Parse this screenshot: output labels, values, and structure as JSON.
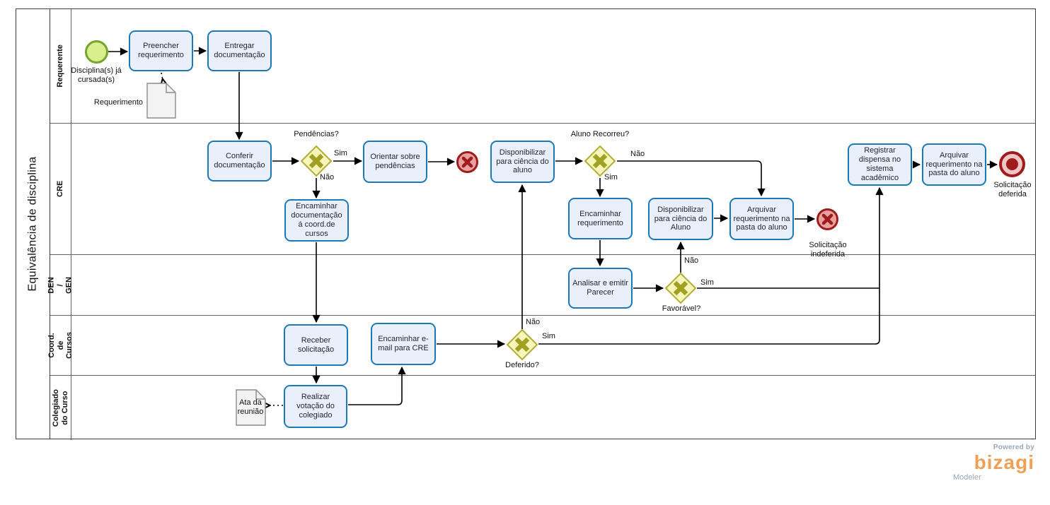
{
  "pool": {
    "title": "Equivalência de disciplina"
  },
  "lanes": [
    {
      "label": "Requerente"
    },
    {
      "label": "CRE"
    },
    {
      "label": "DEN / GEN"
    },
    {
      "label": "Coord. de Cursos"
    },
    {
      "label": "Colegiado do Curso"
    }
  ],
  "tasks": {
    "preencher_requerimento": "Preencher requerimento",
    "entregar_documentacao": "Entregar documentação",
    "conferir_documentacao": "Conferir documentação",
    "orientar_sobre_pendencias": "Orientar sobre pendências",
    "encaminhar_documentacao": "Encaminhar documentação á coord.de cursos",
    "disponibilizar_ciencia_aluno": "Disponibilizar para ciência do aluno",
    "encaminhar_requerimento": "Encaminhar requerimento",
    "disponibilizar_ciencia_aluno_2": "Disponibilizar para ciência do Aluno",
    "arquivar_requerimento_indeferida": "Arquivar requerimento na pasta do aluno",
    "registrar_dispensa": "Registrar dispensa no sistema acadêmico",
    "arquivar_requerimento_deferida": "Arquivar requerimento na pasta do aluno",
    "analisar_emitir_parecer": "Analisar e emitir Parecer",
    "receber_solicitacao": "Receber solicitação",
    "encaminhar_email_cre": "Encaminhar e-mail para CRE",
    "realizar_votacao": "Realizar votação do colegiado"
  },
  "gateways": {
    "pendencias": "Pendências?",
    "aluno_recorreu": "Aluno Recorreu?",
    "favoravel": "Favorável?",
    "deferido": "Deferido?"
  },
  "events": {
    "start_label": "Disciplina(s) já cursada(s)",
    "end_indeferida": "Solicitação indeferida",
    "end_deferida": "Solicitação deferida"
  },
  "documents": {
    "requerimento": "Requerimento",
    "ata_reuniao": "Ata da reunião"
  },
  "edge_labels": {
    "pendencias_sim": "Sim",
    "pendencias_nao": "Não",
    "aluno_recorreu_nao": "Não",
    "aluno_recorreu_sim": "Sim",
    "favoravel_nao": "Não",
    "favoravel_sim": "Sim",
    "deferido_nao": "Não",
    "deferido_sim": "Sim"
  },
  "branding": {
    "powered_by": "Powered by",
    "logo": "bizagi",
    "product": "Modeler"
  },
  "colors": {
    "task_fill": "#EAF0FB",
    "task_border": "#1C79B5",
    "gateway_fill": "#F6F5BC",
    "gateway_border": "#B2AD35",
    "start_fill": "#D9EE8C",
    "start_border": "#76A42C",
    "end_fill": "#E7A1A1",
    "end_border": "#A01C1C",
    "logo_orange": "#EFA057"
  }
}
